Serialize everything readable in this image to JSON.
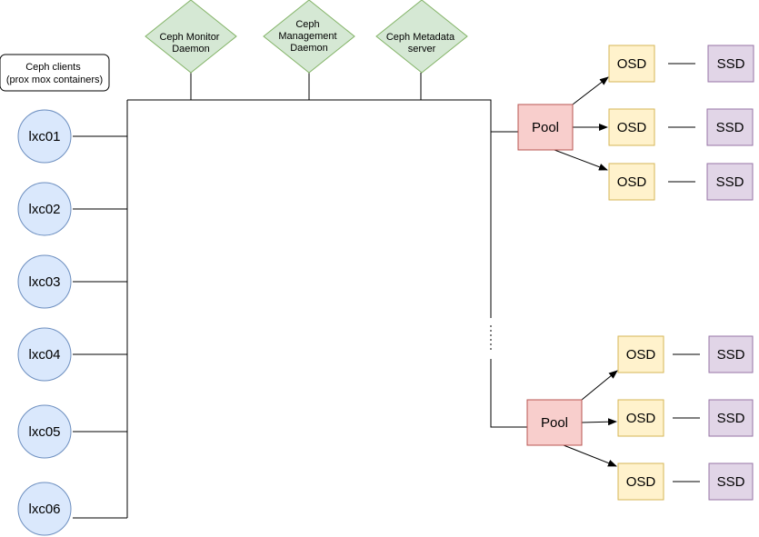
{
  "daemons": [
    {
      "lines": [
        "Ceph Monitor",
        "Daemon"
      ]
    },
    {
      "lines": [
        "Ceph",
        "Management",
        "Daemon"
      ]
    },
    {
      "lines": [
        "Ceph Metadata",
        "server"
      ]
    }
  ],
  "clients_box": {
    "lines": [
      "Ceph clients",
      "(prox mox containers)"
    ]
  },
  "containers": [
    "lxc01",
    "lxc02",
    "lxc03",
    "lxc04",
    "lxc05",
    "lxc06"
  ],
  "pools": [
    {
      "label": "Pool",
      "osds": [
        "OSD",
        "OSD",
        "OSD"
      ],
      "ssds": [
        "SSD",
        "SSD",
        "SSD"
      ]
    },
    {
      "label": "Pool",
      "osds": [
        "OSD",
        "OSD",
        "OSD"
      ],
      "ssds": [
        "SSD",
        "SSD",
        "SSD"
      ]
    }
  ],
  "colors": {
    "daemon_fill": "#d5e8d4",
    "daemon_stroke": "#82b366",
    "client_fill": "#dae8fc",
    "client_stroke": "#6c8ebf",
    "pool_fill": "#f8cecc",
    "pool_stroke": "#b85450",
    "osd_fill": "#fff2cc",
    "osd_stroke": "#d6b656",
    "ssd_fill": "#e1d5e7",
    "ssd_stroke": "#9673a6"
  }
}
